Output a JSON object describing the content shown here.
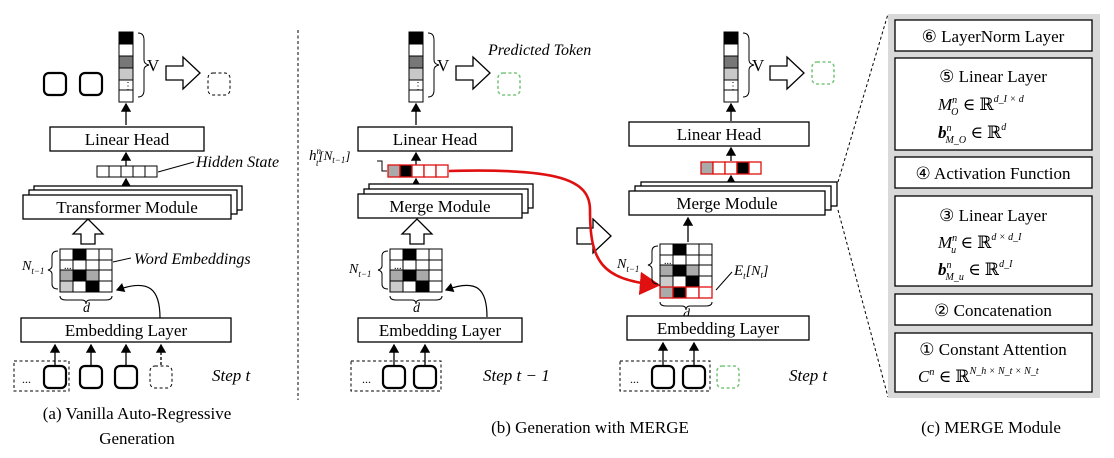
{
  "panel_a": {
    "v_label": "V",
    "linear_head": "Linear Head",
    "hidden_state": "Hidden State",
    "transformer_module": "Transformer Module",
    "n_label": "N",
    "n_sub": "t−1",
    "word_embeddings": "Word Embeddings",
    "d_label": "d",
    "embedding_layer": "Embedding Layer",
    "step": "Step t",
    "caption_line1": "(a) Vanilla Auto-Regressive",
    "caption_line2": "Generation"
  },
  "panel_b": {
    "predicted_token": "Predicted Token",
    "v_label_1": "V",
    "v_label_2": "V",
    "linear_head_1": "Linear Head",
    "linear_head_2": "Linear Head",
    "merge_module_1": "Merge Module",
    "merge_module_2": "Merge Module",
    "h_label": "h",
    "h_sup": "n",
    "h_sub": "t",
    "h_arg": "[N",
    "h_arg_sub": "t−1",
    "h_close": "]",
    "n_label_1": "N",
    "n_sub_1": "t−1",
    "n_label_2": "N",
    "n_sub_2": "t−1",
    "e_label": "E",
    "e_sub": "t",
    "e_arg": "[N",
    "e_arg_sub": "t",
    "e_close": "]",
    "d_label_1": "d",
    "d_label_2": "d",
    "embedding_layer_1": "Embedding Layer",
    "embedding_layer_2": "Embedding Layer",
    "step_prev": "Step t − 1",
    "step_cur": "Step t",
    "caption": "(b) Generation with MERGE",
    "ellipsis": "..."
  },
  "panel_c": {
    "items": [
      {
        "label": "⑥ LayerNorm Layer"
      },
      {
        "label": "⑤ Linear Layer",
        "math1": "M",
        "math1_sup": "n",
        "math1_sub": "O",
        "math1_rest": " ∈ ℝ",
        "math1_pow": "d_I × d",
        "math2": "b",
        "math2_sup": "n",
        "math2_sub": "M_O",
        "math2_rest": " ∈ ℝ",
        "math2_pow": "d"
      },
      {
        "label": "④ Activation Function"
      },
      {
        "label": "③ Linear Layer",
        "math1": "M",
        "math1_sup": "n",
        "math1_sub": "u",
        "math1_rest": " ∈ ℝ",
        "math1_pow": "d × d_I",
        "math2": "b",
        "math2_sup": "n",
        "math2_sub": "M_u",
        "math2_rest": " ∈ ℝ",
        "math2_pow": "d_I"
      },
      {
        "label": "② Concatenation"
      },
      {
        "label": "① Constant Attention",
        "math1": "C",
        "math1_sup": "n",
        "math1_rest": " ∈ ℝ",
        "math1_pow": "N_h × N_t × N_t"
      }
    ],
    "caption": "(c) MERGE Module"
  },
  "colors": {
    "red": "#e01010",
    "green_dashed": "#7bc67e",
    "panel_bg": "#d9d9d9"
  }
}
